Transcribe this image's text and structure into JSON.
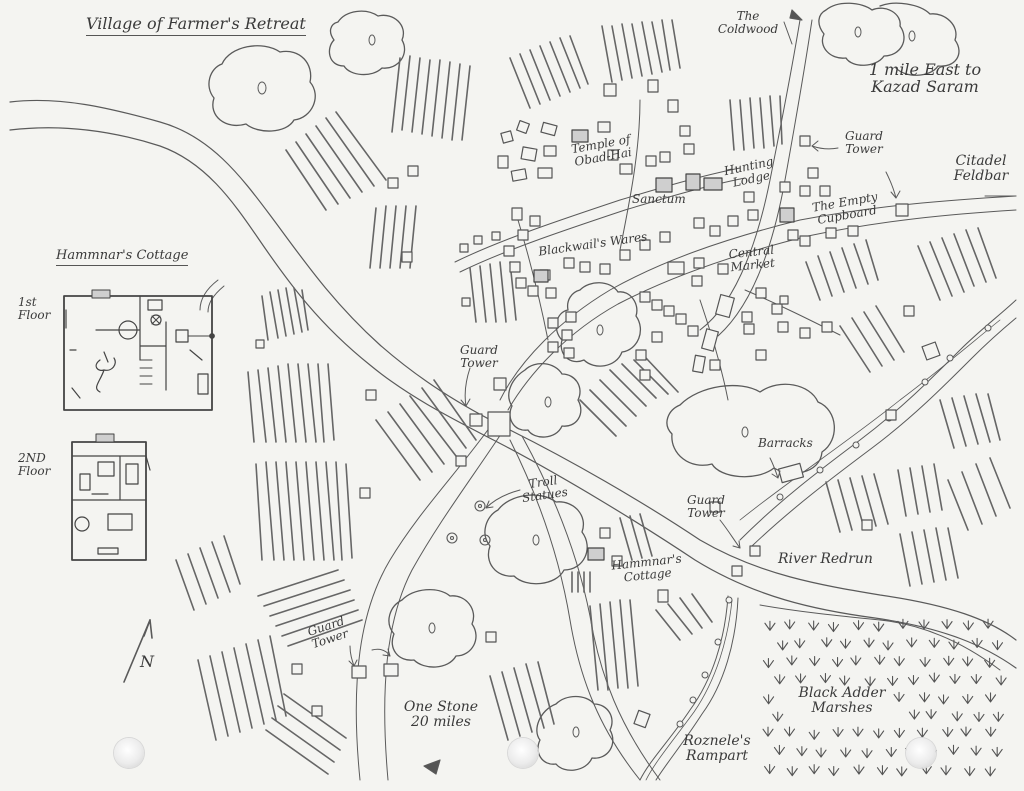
{
  "title": "Village of Farmer's Retreat",
  "compass": {
    "letter": "N"
  },
  "cottage_plan": {
    "title": "Hammnar's Cottage",
    "floor1": "1st Floor",
    "floor2": "2ND Floor"
  },
  "labels": {
    "coldwood": "The Coldwood",
    "kazad": "1 mile East to Kazad Saram",
    "citadel": "Citadel Feldbar",
    "guard_tower_ne": "Guard Tower",
    "guard_tower_w": "Guard Tower",
    "guard_tower_e": "Guard Tower",
    "guard_tower_sw": "Guard Tower",
    "temple": "Temple of Obad-Hai",
    "sanctum": "Sanctum",
    "hunting_lodge": "Hunting Lodge",
    "empty_cupboard": "The Empty Cupboard",
    "blackwail": "Blackwail's Wares",
    "central_market": "Central Market",
    "barracks": "Barracks",
    "troll_statues": "Troll Statues",
    "river": "River Redrun",
    "hammnars_cottage": "Hammnar's Cottage",
    "one_stone": "One Stone 20 miles",
    "marshes": "Black Adder Marshes",
    "rampart": "Roznele's Rampart"
  },
  "colors": {
    "paper": "#f4f4f1",
    "ink": "#3a3a3a",
    "pencil": "#555555"
  }
}
